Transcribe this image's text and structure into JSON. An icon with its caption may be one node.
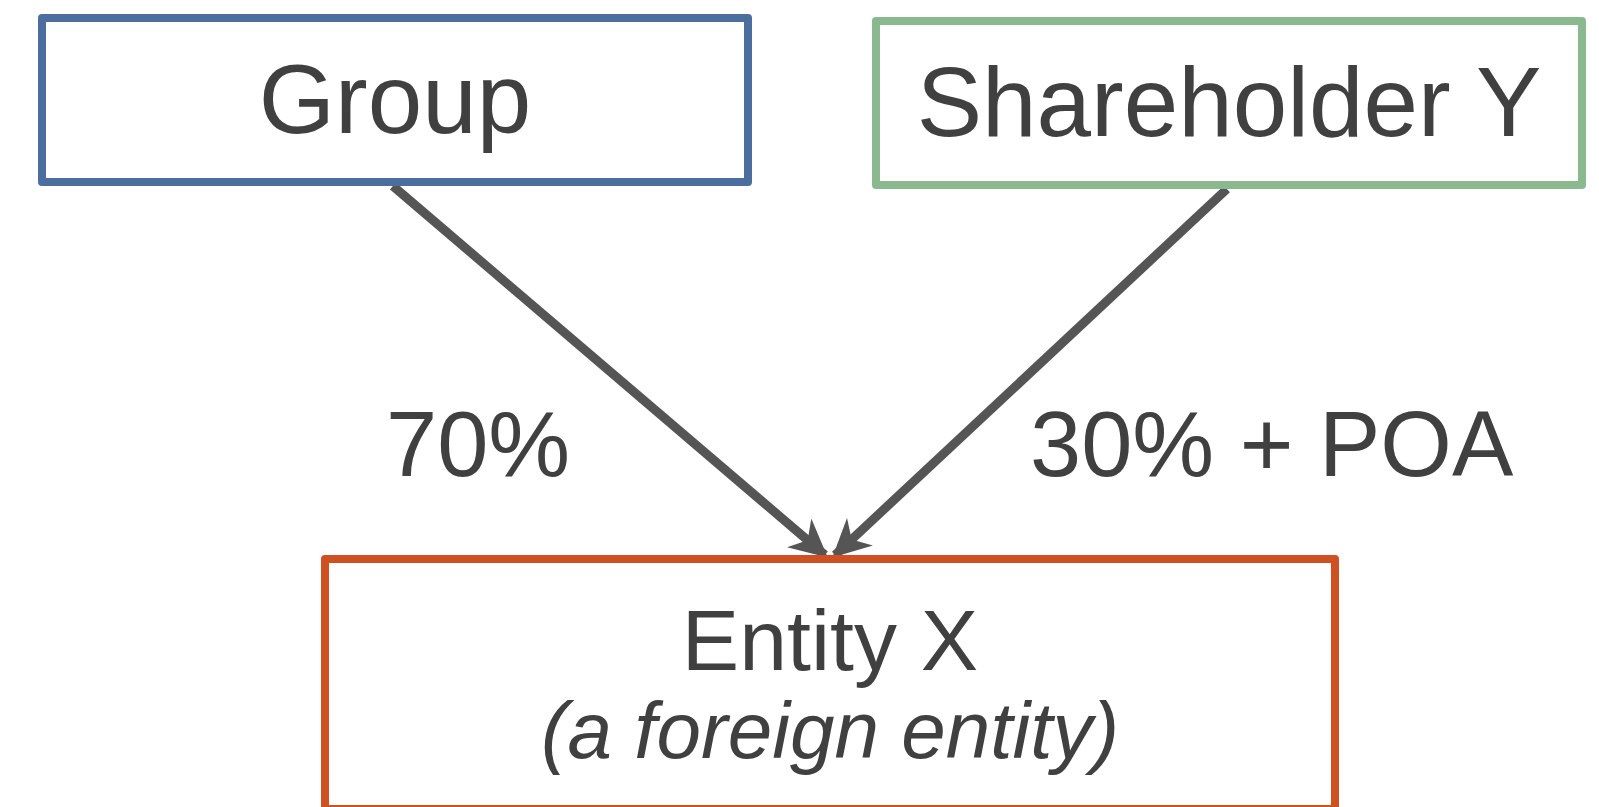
{
  "diagram": {
    "nodes": [
      {
        "text": [
          "Group"
        ]
      },
      {
        "text": [
          "Shareholder Y"
        ]
      },
      {
        "text": [
          "Entity X",
          "(a foreign entity)"
        ]
      }
    ],
    "edges": [
      {
        "from": 0,
        "to": 2,
        "arrow": "to",
        "label": "70%"
      },
      {
        "from": 1,
        "to": 2,
        "arrow": "to",
        "label": "30% + POA"
      }
    ]
  }
}
